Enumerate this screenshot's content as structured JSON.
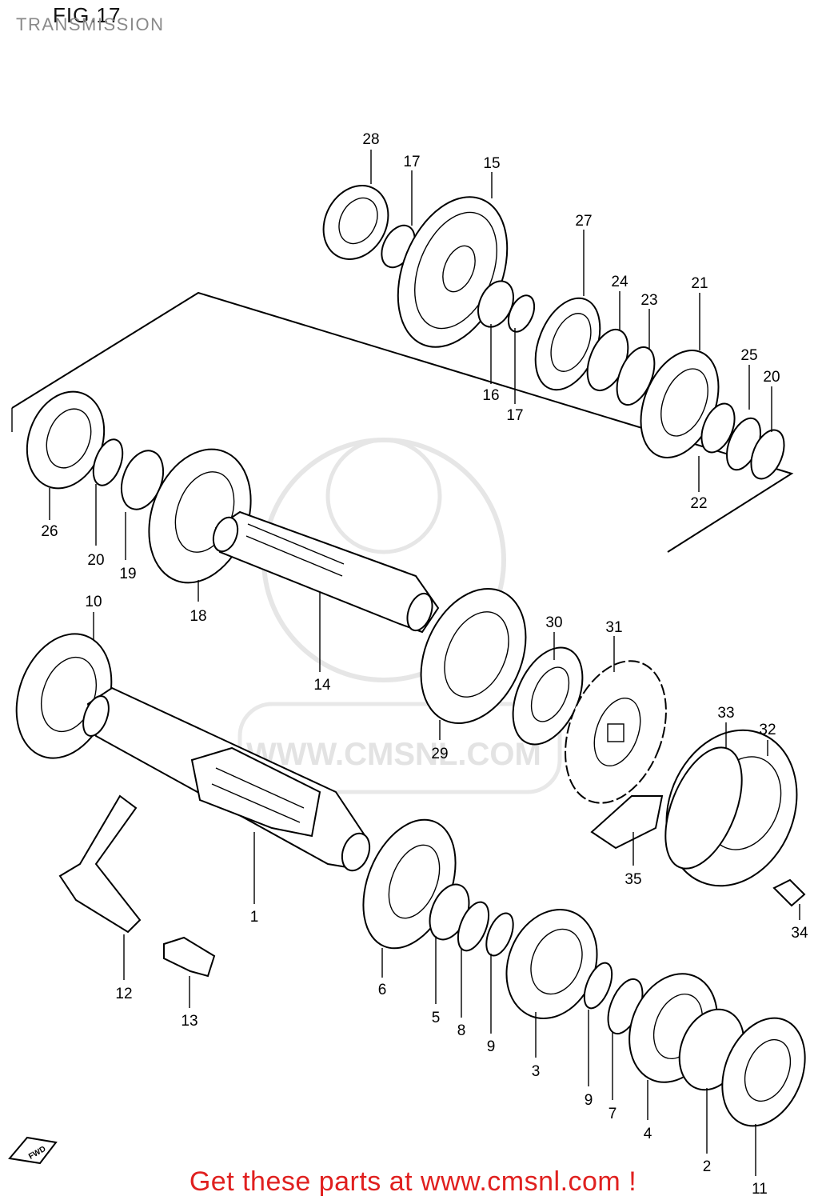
{
  "figure": {
    "number_label": "FIG.17",
    "title": "TRANSMISSION"
  },
  "watermark": {
    "text": "WWW.CMSNL.COM"
  },
  "footer": {
    "cta": "Get these parts at www.cmsnl.com !"
  },
  "direction_icon": {
    "label": "FWD"
  },
  "part_labels": [
    "28",
    "17",
    "15",
    "27",
    "24",
    "23",
    "21",
    "25",
    "20",
    "16",
    "17",
    "22",
    "26",
    "20",
    "19",
    "18",
    "14",
    "10",
    "30",
    "31",
    "29",
    "33",
    "32",
    "35",
    "34",
    "1",
    "12",
    "13",
    "6",
    "5",
    "8",
    "9",
    "3",
    "9",
    "7",
    "4",
    "2",
    "11"
  ]
}
